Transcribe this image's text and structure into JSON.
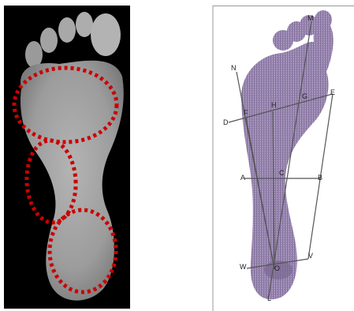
{
  "colors": {
    "left_background": "#000000",
    "left_foot": "#a9a9a9",
    "dotted_region": "#cc0000",
    "right_background": "#ffffff",
    "right_footprint": "#8a74a6",
    "line": "#555555",
    "label": "#222222"
  },
  "left_panel": {
    "regions": [
      "forefoot-region",
      "midfoot-region",
      "rearfoot-region"
    ]
  },
  "right_panel": {
    "labels": {
      "M": "M",
      "N": "N",
      "E": "E",
      "G": "G",
      "H": "H",
      "F": "F",
      "D": "D",
      "A": "A",
      "C": "C",
      "B": "B",
      "W": "W",
      "O": "O",
      "V": "V",
      "L": "L"
    }
  }
}
